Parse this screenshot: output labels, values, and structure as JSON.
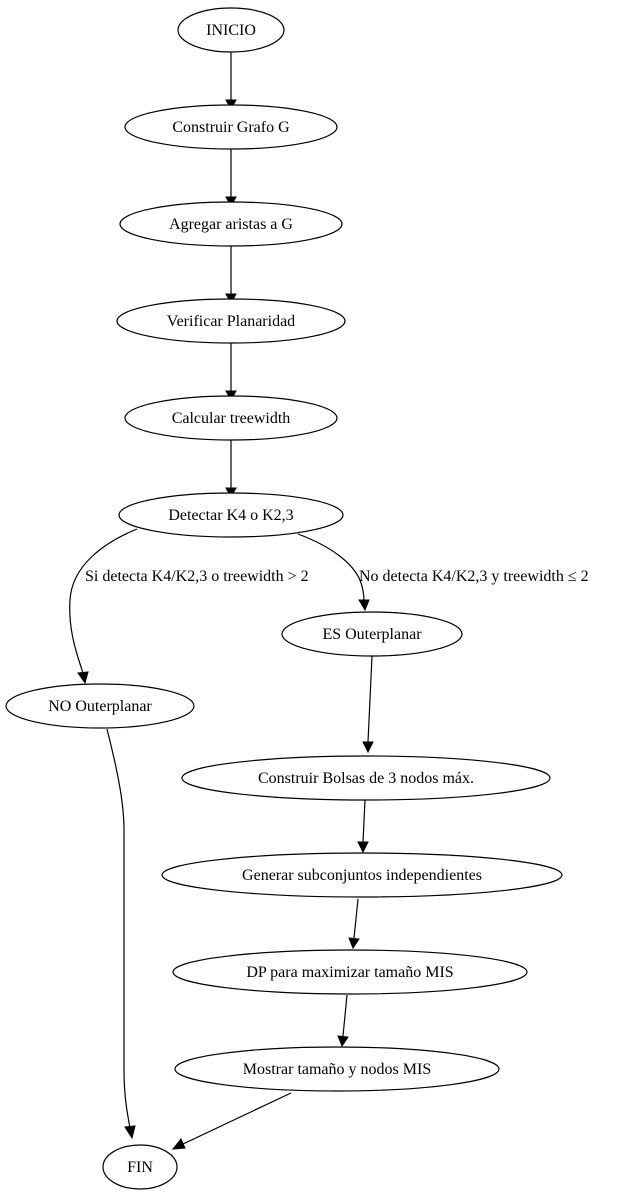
{
  "nodes": {
    "inicio": "INICIO",
    "construir_grafo": "Construir Grafo G",
    "agregar_aristas": "Agregar aristas a G",
    "verificar_planaridad": "Verificar Planaridad",
    "calcular_treewidth": "Calcular treewidth",
    "detectar_k4": "Detectar K4 o K2,3",
    "no_outerplanar": "NO Outerplanar",
    "es_outerplanar": "ES Outerplanar",
    "construir_bolsas": "Construir Bolsas de 3 nodos máx.",
    "generar_subconjuntos": "Generar subconjuntos independientes",
    "dp_maximizar": "DP para maximizar tamaño MIS",
    "mostrar_mis": "Mostrar tamaño y nodos MIS",
    "fin": "FIN"
  },
  "edge_labels": {
    "si_detecta": "Si detecta K4/K2,3 o treewidth > 2",
    "no_detecta": "No detecta K4/K2,3 y treewidth ≤ 2"
  }
}
